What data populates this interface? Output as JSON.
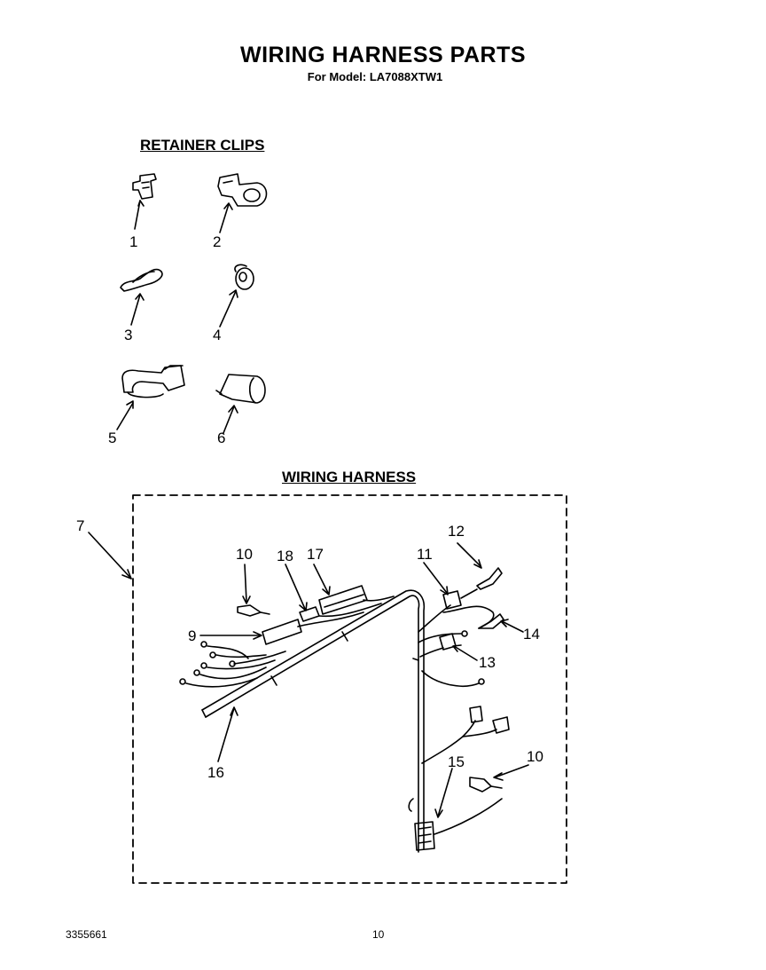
{
  "header": {
    "title": "WIRING HARNESS PARTS",
    "subtitle": "For Model: LA7088XTW1"
  },
  "sections": {
    "retainer_clips": "RETAINER CLIPS",
    "wiring_harness": "WIRING HARNESS"
  },
  "callouts": {
    "c1": "1",
    "c2": "2",
    "c3": "3",
    "c4": "4",
    "c5": "5",
    "c6": "6",
    "c7": "7",
    "c9": "9",
    "c10a": "10",
    "c10b": "10",
    "c11": "11",
    "c12": "12",
    "c13": "13",
    "c14": "14",
    "c15": "15",
    "c16": "16",
    "c17": "17",
    "c18": "18"
  },
  "footer": {
    "part_number": "3355661",
    "page": "10"
  }
}
